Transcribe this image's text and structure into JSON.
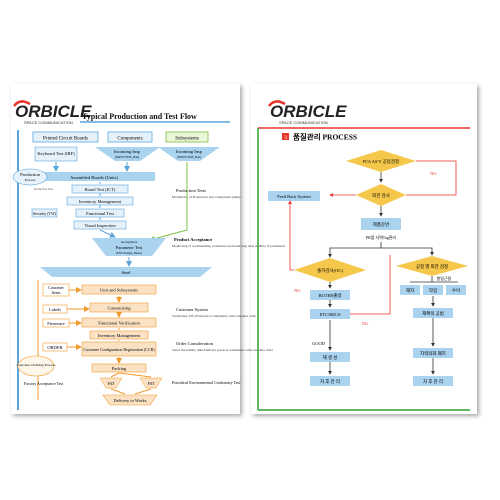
{
  "left": {
    "logo": "ORBICLE",
    "logo_sub": "SPACE COMMUNICATION",
    "title": "Typical Production and Test Flow",
    "top_boxes": [
      "Printed Circuit Boards",
      "Components",
      "Subsystems"
    ],
    "row2": [
      "Keyboard Test (IRF)",
      "Incoming Insp",
      "Incoming Insp"
    ],
    "row2_sub": [
      "",
      "(INPUT/SUB_Plan)",
      "(INPUT/SUB_Plan)"
    ],
    "assembled": "Assembled Boards (Units)",
    "board_test": "Board Test (ICT)",
    "inventory": "Inventory Management",
    "functional": "Functional Test",
    "visual": "Visual Inspection",
    "production": "Production",
    "production_sub": "Process",
    "production_test_label": "Production Test",
    "security": "Security (TW)",
    "production_tests": "Production Tests",
    "production_tests_desc": "Monitoring of Production and component quality",
    "acceptance": "Acceptance",
    "param_test": "Parameter Test",
    "param_test_sub": "(ENV/EAQA_Phase)",
    "product_acceptance": "Product Acceptance",
    "product_acceptance_desc": "Monitoring of workmanship, production yield and long term stability of parameters",
    "steel": "Steel",
    "customer": "Customer",
    "customer_sub": "Items",
    "unit": "Unit and Subsystems",
    "labels": "Labels",
    "firmware": "Firmware",
    "customizing": "Customizing",
    "functional_verification": "Functional Verification",
    "customer_system": "Customer System",
    "customer_system_desc": "Verification (SV) Function is compliance with customer order",
    "inventory2": "Inventory Management",
    "orders": "ORDER",
    "ccr": "Customer Configuration Registration (CCR)",
    "order_desc_title": "Order Consideration",
    "order_desc": "Serial traceability links Delivery goods is compliance with customer order",
    "packing": "Packing",
    "customer_ordering": "Customer Ordering Process",
    "factory_test": "Factory Acceptance Test",
    "fat1": "FAT",
    "fat2": "FAT",
    "periodical": "Periodical Environmental Conformity Test",
    "delivery": "Delivery to Works"
  },
  "right": {
    "logo": "ORBICLE",
    "logo_sub": "SPACE COMMUNICATION",
    "section_num": "3",
    "title": "품질관리 PROCESS",
    "d1": "PCS AS'Y 공업검정",
    "d2": "외관 검사",
    "b1": "제품운반",
    "b1_label": "PR품 사역Tag관리",
    "feedback": "Feed Back System",
    "d3": "출하검사(OC)",
    "d4": "공정 별 외관 검정",
    "label_phase": "항일근용",
    "b2": "BUTER출방",
    "b3": "ETC/RECS",
    "c1": "재자",
    "c2": "작업",
    "c3": "수이",
    "b4": "재확의 공법",
    "good": "GOOD",
    "ng": "NG",
    "ng2": "NG",
    "ng3": "NG",
    "b5": "재 생 성",
    "b6": "차 후 관 리",
    "b7": "자력의화 폐즈",
    "b8": "차 후 관 리"
  },
  "colors": {
    "frame_red": "#e8352b",
    "frame_green": "#2ca02c",
    "box_blue": "#a9d3ef",
    "diamond_yellow": "#f5c74a",
    "arrow_blue": "#5aa5dc",
    "arrow_orange": "#f29b2f",
    "arrow_green": "#7cc043",
    "left_frame": "#f29b2f"
  }
}
